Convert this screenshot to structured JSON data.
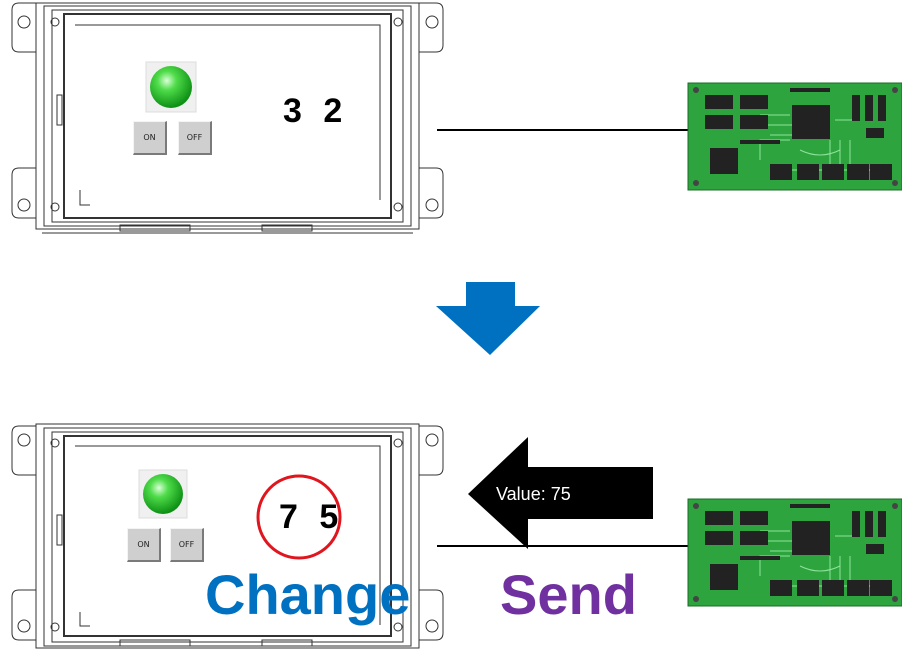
{
  "top_panel": {
    "display_value": "3 2",
    "on_label": "ON",
    "off_label": "OFF"
  },
  "bottom_panel": {
    "display_value": "7 5",
    "on_label": "ON",
    "off_label": "OFF"
  },
  "transition_arrow": {
    "icon": "down-arrow-icon",
    "color": "#0070c0"
  },
  "send_arrow": {
    "label": "Value: 75",
    "color": "#000000"
  },
  "captions": {
    "change": "Change",
    "send": "Send",
    "change_color": "#0070c0",
    "send_color": "#7030a0"
  },
  "highlight_color": "#e0161f",
  "led_color": "#22c322",
  "pcb_color": "#2ea43e"
}
